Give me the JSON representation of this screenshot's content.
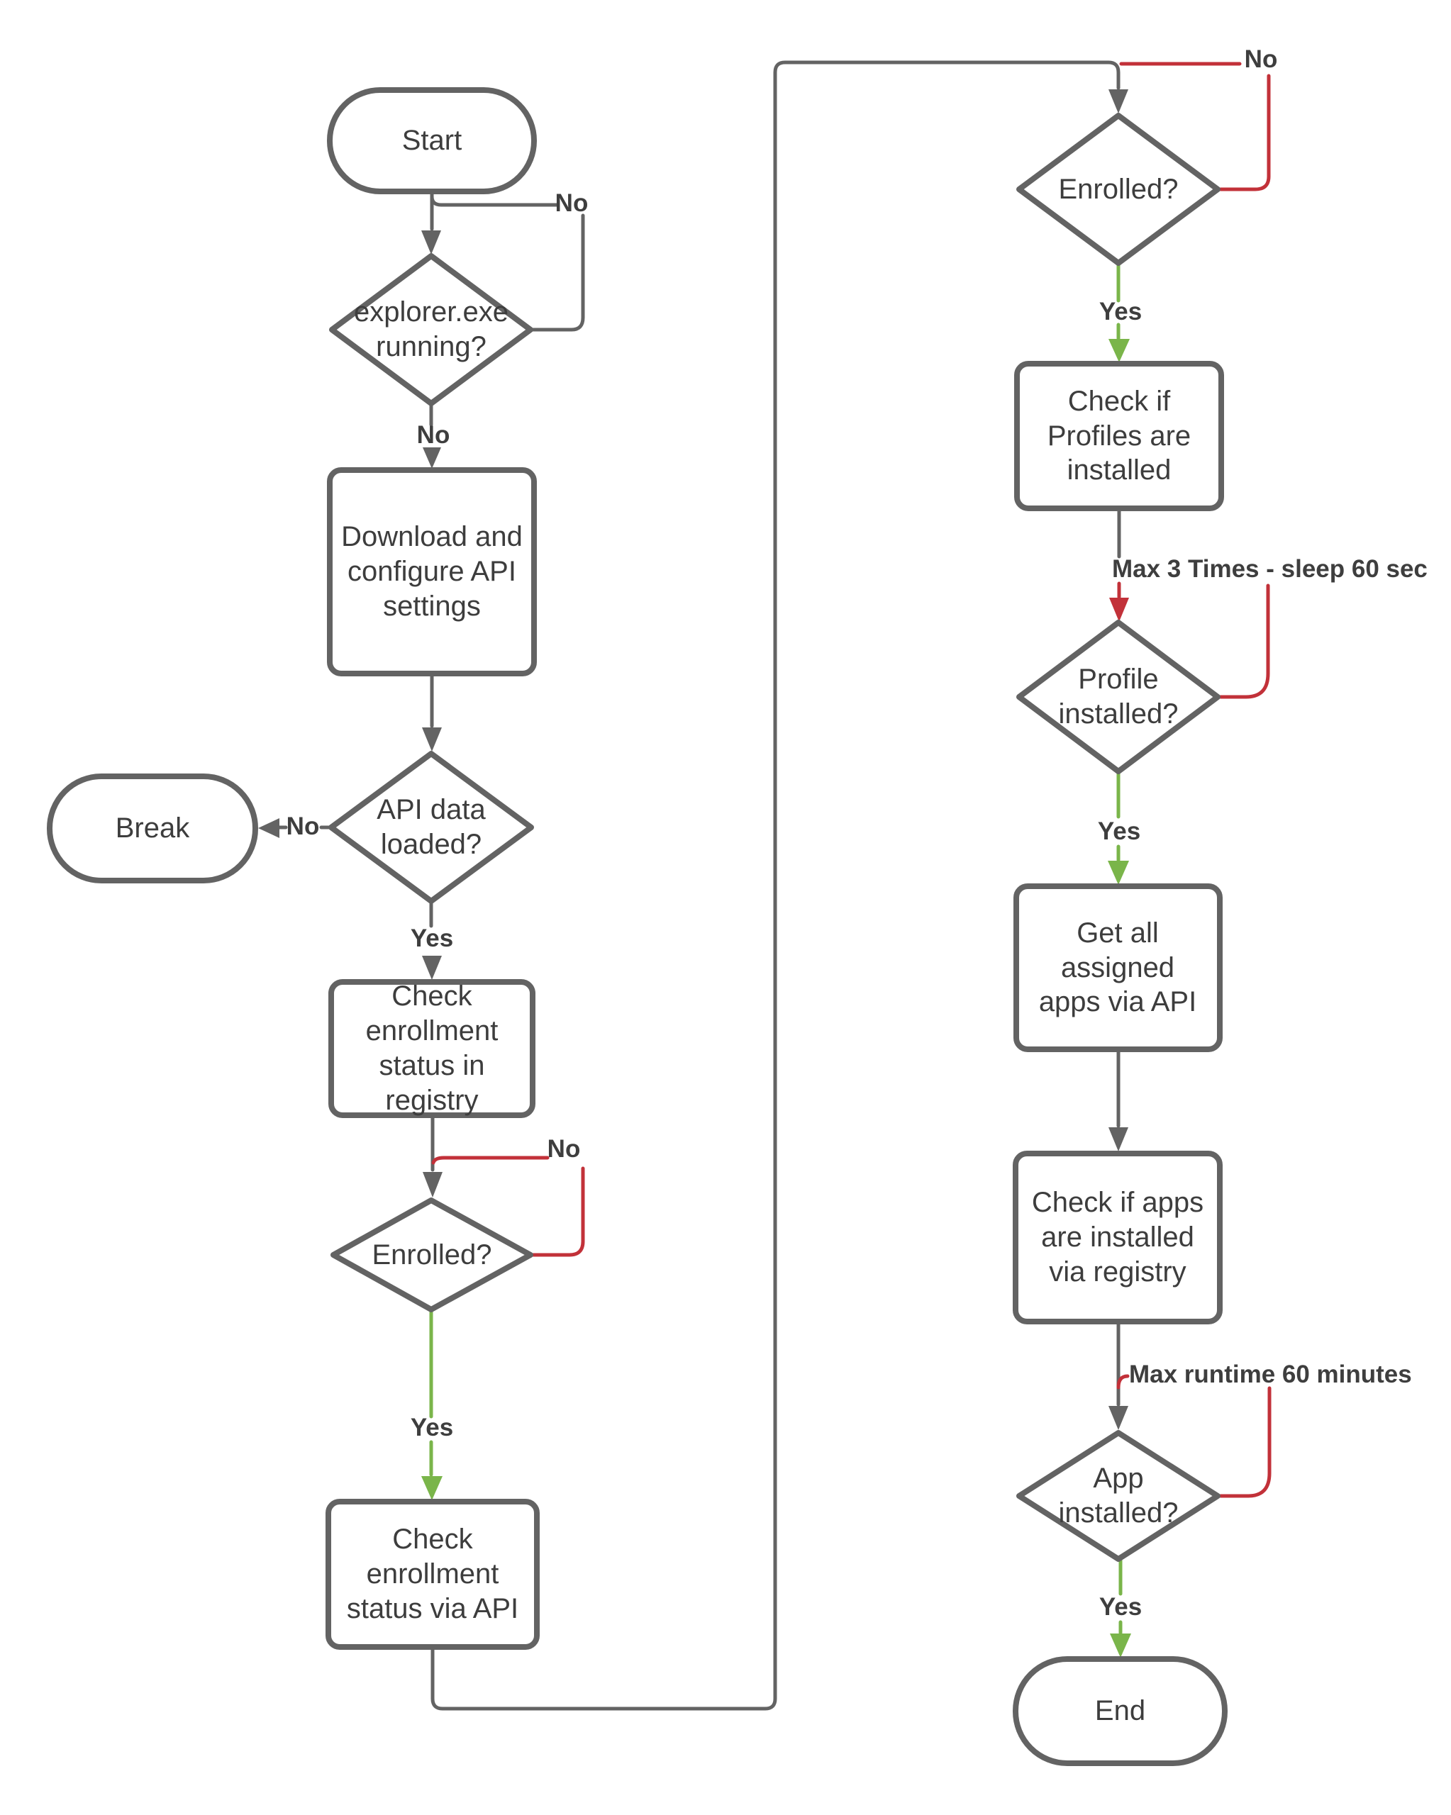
{
  "diagram": {
    "type": "flowchart",
    "colors": {
      "background": "#ffffff",
      "shape_stroke": "#636363",
      "connector": "#636363",
      "yes_edge": "#7ab54a",
      "no_loop_edge": "#c23139",
      "text": "#3d3d3d"
    },
    "nodes": {
      "start": {
        "type": "terminator",
        "label": "Start"
      },
      "explorer_running": {
        "type": "decision",
        "label": "explorer.exe running?"
      },
      "download_configure": {
        "type": "process",
        "label": "Download and configure API settings"
      },
      "api_data_loaded": {
        "type": "decision",
        "label": "API data loaded?"
      },
      "break_node": {
        "type": "terminator",
        "label": "Break"
      },
      "check_enroll_registry": {
        "type": "process",
        "label": "Check enrollment status in registry"
      },
      "enrolled_registry": {
        "type": "decision",
        "label": "Enrolled?"
      },
      "check_enroll_api": {
        "type": "process",
        "label": "Check enrollment status via API"
      },
      "enrolled_api": {
        "type": "decision",
        "label": "Enrolled?"
      },
      "check_profiles": {
        "type": "process",
        "label": "Check if Profiles are installed"
      },
      "profile_installed": {
        "type": "decision",
        "label": "Profile installed?"
      },
      "get_apps": {
        "type": "process",
        "label": "Get all assigned apps via API"
      },
      "check_apps": {
        "type": "process",
        "label": "Check if apps are installed via registry"
      },
      "app_installed": {
        "type": "decision",
        "label": "App installed?"
      },
      "end": {
        "type": "terminator",
        "label": "End"
      }
    },
    "edge_labels": {
      "explorer_retry_no": "No",
      "explorer_not_running": "No",
      "api_loaded_no": "No",
      "api_loaded_yes": "Yes",
      "enrolled_registry_no": "No",
      "enrolled_registry_yes": "Yes",
      "enrolled_api_no": "No",
      "enrolled_api_yes": "Yes",
      "profile_retry": "Max 3 Times - sleep 60 sec",
      "profile_yes": "Yes",
      "app_retry": "Max runtime 60 minutes",
      "app_yes": "Yes"
    }
  }
}
